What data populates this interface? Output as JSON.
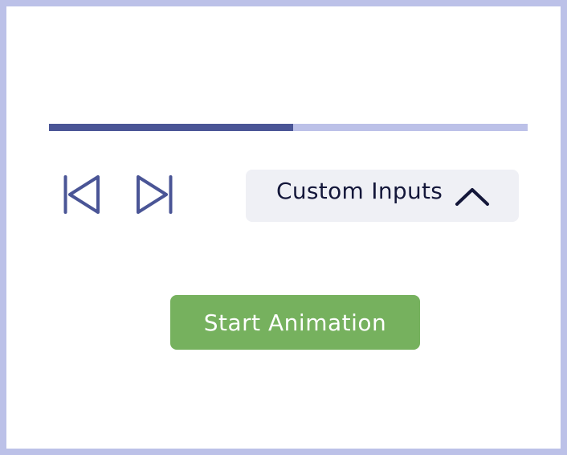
{
  "progress": {
    "fraction": 0.51
  },
  "controls": {
    "prev_icon": "skip-back-icon",
    "next_icon": "skip-forward-icon"
  },
  "custom_inputs": {
    "label": "Custom Inputs",
    "icon": "chevron-up-icon",
    "expanded": true
  },
  "start_button": {
    "label": "Start Animation"
  },
  "colors": {
    "frame_border": "#bcc1e8",
    "progress_fill": "#4a5596",
    "progress_track": "#bcc1e8",
    "icon_stroke": "#4a5596",
    "custom_inputs_bg": "#eff0f5",
    "start_button_bg": "#76b15e"
  }
}
